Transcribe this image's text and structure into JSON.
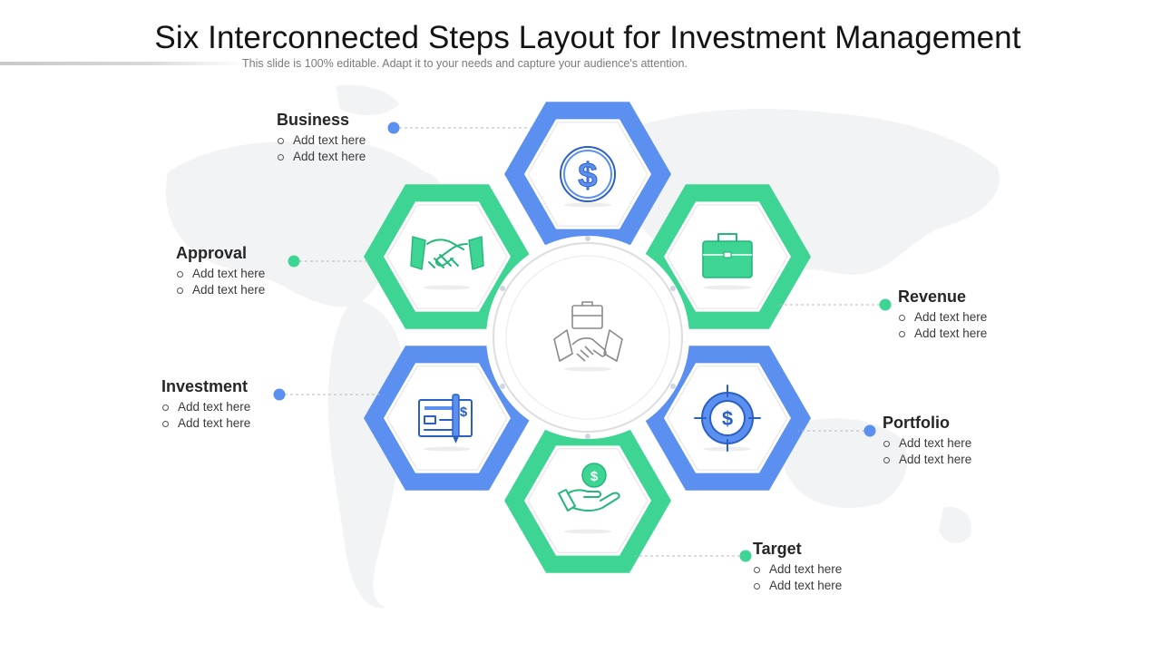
{
  "header": {
    "title": "Six Interconnected Steps Layout for Investment Management",
    "subtitle": "This slide is 100% editable. Adapt it to your needs and capture your audience's attention."
  },
  "colors": {
    "blue": "#5b8ff0",
    "green": "#3ed493",
    "icon_blue": "#2a5fc4",
    "icon_green": "#23b77a",
    "center_icon": "#8a8a8a"
  },
  "steps": [
    {
      "title": "Business",
      "bullets": [
        "Add text here",
        "Add text here"
      ],
      "color": "blue",
      "icon": "dollar-coin-icon"
    },
    {
      "title": "Revenue",
      "bullets": [
        "Add text here",
        "Add text here"
      ],
      "color": "green",
      "icon": "briefcase-icon"
    },
    {
      "title": "Portfolio",
      "bullets": [
        "Add text here",
        "Add text here"
      ],
      "color": "blue",
      "icon": "dollar-target-icon"
    },
    {
      "title": "Target",
      "bullets": [
        "Add text here",
        "Add text here"
      ],
      "color": "green",
      "icon": "hand-coin-icon"
    },
    {
      "title": "Investment",
      "bullets": [
        "Add text here",
        "Add text here"
      ],
      "color": "blue",
      "icon": "cheque-pen-icon"
    },
    {
      "title": "Approval",
      "bullets": [
        "Add text here",
        "Add text here"
      ],
      "color": "green",
      "icon": "handshake-icon"
    }
  ],
  "center": {
    "icon": "briefcase-handshake-icon"
  },
  "background": {
    "icon": "world-map-watermark"
  }
}
